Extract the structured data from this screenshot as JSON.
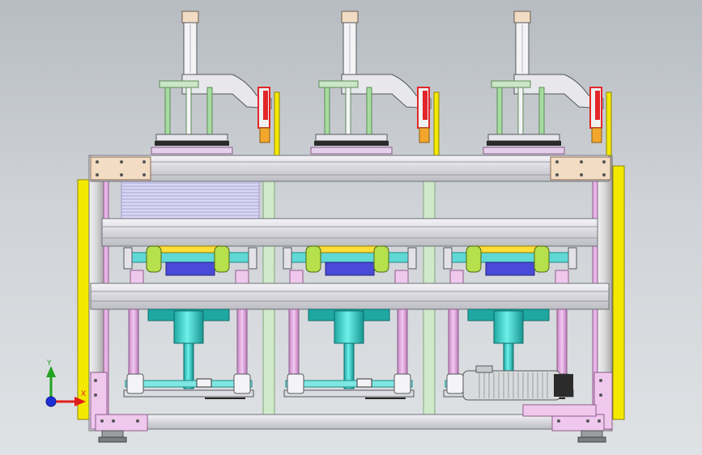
{
  "viewport": {
    "background_top": "#b7bcc2",
    "background_bottom": "#dfe2e5"
  },
  "model": {
    "units": [
      "left",
      "center",
      "right"
    ],
    "colors": {
      "frame": "#e6e6ec",
      "frame_edge": "#6e7078",
      "yellow": "#f4e800",
      "pink": "#e7b2e5",
      "cyan": "#35d3cf",
      "cyan_dark": "#1fa8a2",
      "lime": "#b6e04c",
      "green_rod": "#a6dca0",
      "red": "#e2262a",
      "orange": "#f2a72c",
      "plate_pink": "#f0c8ee",
      "lavender": "#cbc8f2",
      "tan": "#f3dcc4",
      "motor": "#d8dadc",
      "black": "#1d1d1d"
    }
  },
  "triad": {
    "x_label": "X",
    "y_label": "Y",
    "x_color": "#e21d1d",
    "y_color": "#21a321",
    "z_color": "#1c2fd6"
  }
}
